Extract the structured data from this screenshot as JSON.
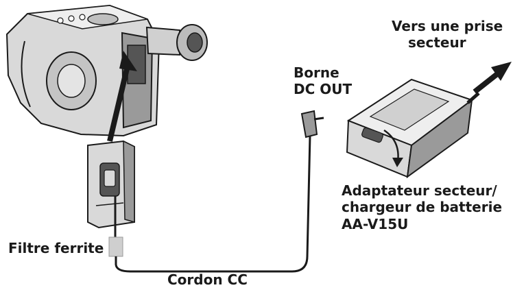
{
  "labels": {
    "prise": {
      "line1": "Vers une prise",
      "line2": "secteur"
    },
    "borne": {
      "line1": "Borne",
      "line2": "DC OUT"
    },
    "adaptateur": {
      "line1": "Adaptateur secteur/",
      "line2": "chargeur de batterie",
      "line3": "AA-V15U"
    },
    "filtre": "Filtre ferrite",
    "cordon": "Cordon CC"
  },
  "colors": {
    "ink": "#1a1a1a",
    "body": "#d9d9d9",
    "shade": "#9a9a9a",
    "dark": "#555555",
    "ferrite": "#cfcfcf"
  }
}
